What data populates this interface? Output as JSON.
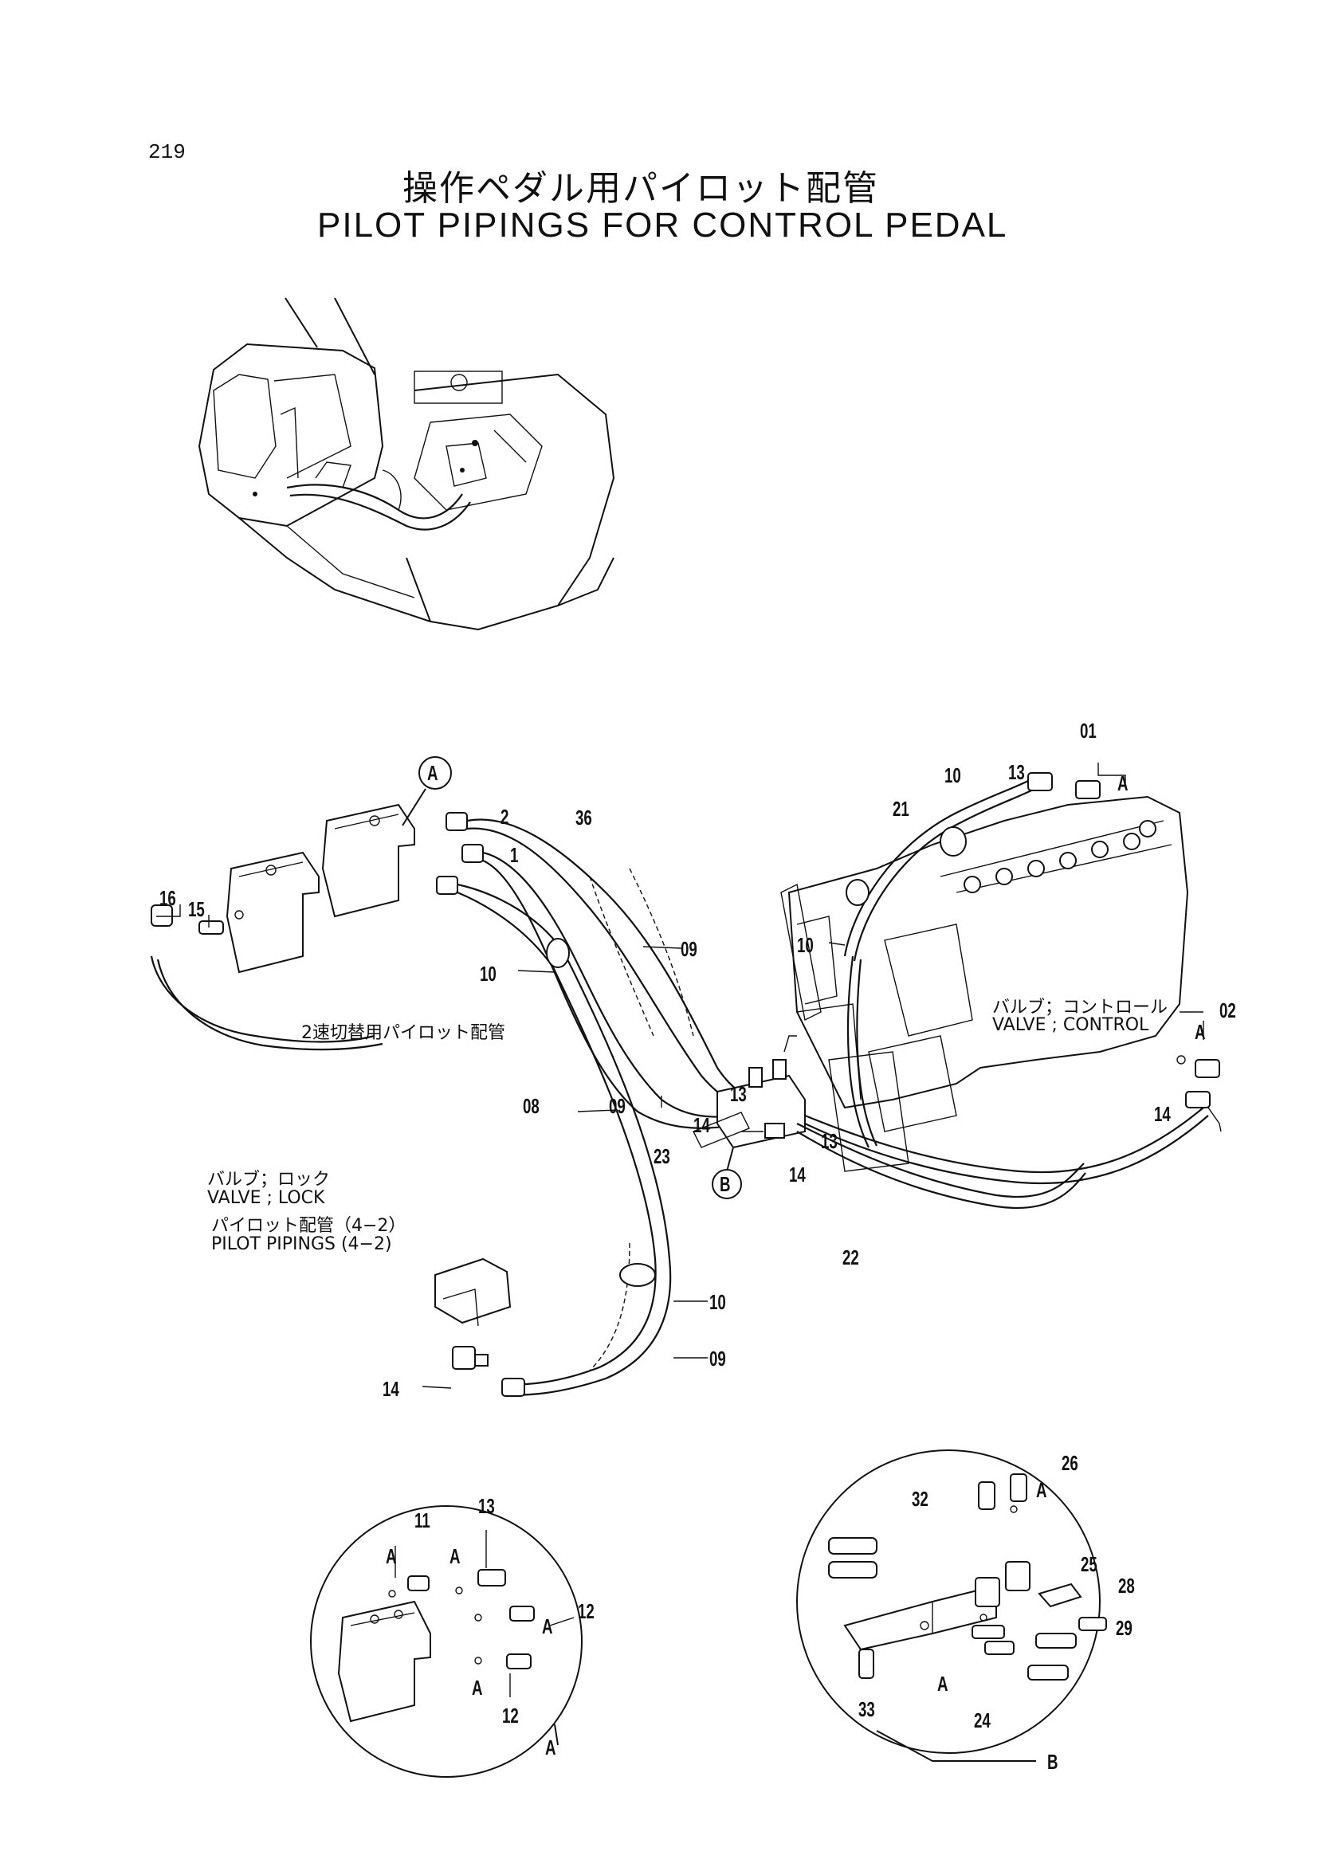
{
  "page": {
    "number": "219"
  },
  "title": {
    "japanese": "操作ペダル用パイロット配管",
    "english": "PILOT PIPINGS FOR CONTROL PEDAL"
  },
  "callouts": {
    "detail_a": "A",
    "detail_b": "B"
  },
  "notes": {
    "valve_control_ja": "バルブ；コントロール",
    "valve_control_en": "VALVE ; CONTROL",
    "two_speed_ja": "2速切替用パイロット配管",
    "valve_lock_ja": "バルブ；ロック",
    "valve_lock_en": "VALVE ; LOCK",
    "pilot_pipings_ja": "パイロット配管（4−2）",
    "pilot_pipings_en": "PILOT  PIPINGS (4−2)"
  },
  "part_labels": [
    "01",
    "02",
    "08",
    "09",
    "09",
    "09",
    "10",
    "10",
    "10",
    "10",
    "1",
    "2",
    "13",
    "13",
    "13",
    "14",
    "14",
    "14",
    "14",
    "15",
    "16",
    "21",
    "22",
    "23",
    "36",
    "A",
    "A"
  ],
  "detail_a_labels": [
    "11",
    "13",
    "12",
    "12",
    "A",
    "A",
    "A",
    "A",
    "A"
  ],
  "detail_b_labels": [
    "26",
    "A",
    "32",
    "25",
    "28",
    "29",
    "33",
    "24",
    "A",
    "B"
  ]
}
